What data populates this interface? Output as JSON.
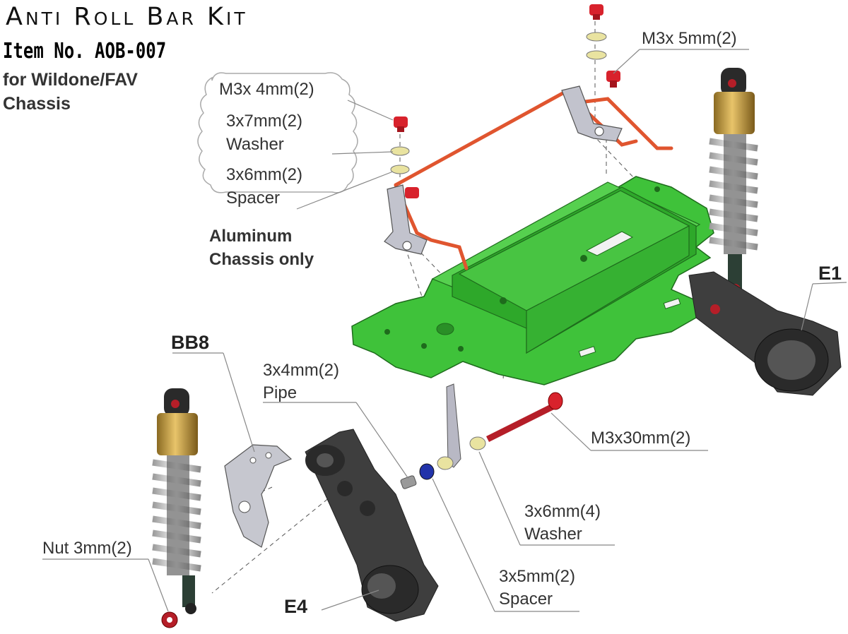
{
  "header": {
    "title": "Anti Roll Bar Kit",
    "item_no": "Item No. AOB-007",
    "subtitle_line1": "for Wildone/FAV",
    "subtitle_line2": "Chassis"
  },
  "labels": {
    "m3x5": "M3x 5mm(2)",
    "m3x4": "M3x 4mm(2)",
    "washer_3x7_size": "3x7mm(2)",
    "washer_3x7_name": "Washer",
    "spacer_3x6_size": "3x6mm(2)",
    "spacer_3x6_name": "Spacer",
    "aluminum_note_1": "Aluminum",
    "aluminum_note_2": "Chassis only",
    "e1": "E1",
    "bb8": "BB8",
    "pipe_size": "3x4mm(2)",
    "pipe_name": "Pipe",
    "m3x30": "M3x30mm(2)",
    "washer_3x6_size": "3x6mm(4)",
    "washer_3x6_name": "Washer",
    "nut": "Nut 3mm(2)",
    "spacer_3x5_size": "3x5mm(2)",
    "spacer_3x5_name": "Spacer",
    "e4": "E4"
  },
  "colors": {
    "chassis": "#3fc23a",
    "chassis_dark": "#2a8f27",
    "rod": "#e0552f",
    "screw": "#d8222c",
    "washer": "#e9e3a0",
    "gold": "#c79a3a",
    "arm": "#404040",
    "bracket": "#b8b8c4",
    "spacer_blue": "#2233aa"
  }
}
